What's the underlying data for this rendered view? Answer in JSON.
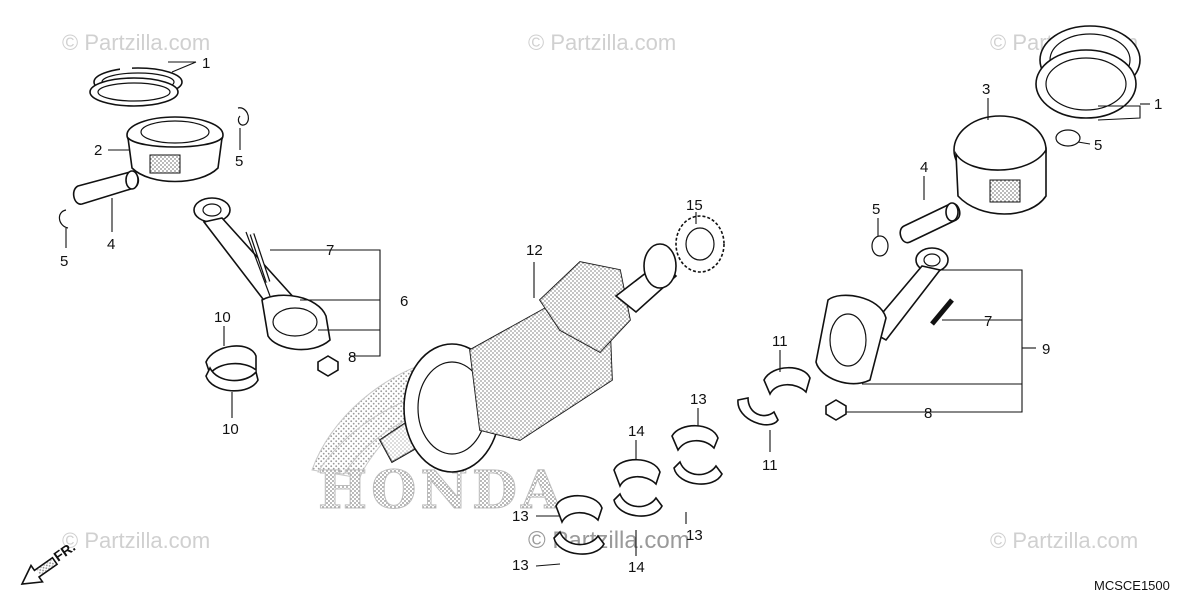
{
  "diagram": {
    "code": "MCSCE1500",
    "front_marker": "FR.",
    "brand_emblem": "HONDA",
    "watermark_text": "© Partzilla.com",
    "callouts": {
      "p1_left": "1",
      "p1_right": "1",
      "p2": "2",
      "p3": "3",
      "p4_left": "4",
      "p4_right": "4",
      "p5_a": "5",
      "p5_b": "5",
      "p5_c": "5",
      "p5_d": "5",
      "p6": "6",
      "p7_left": "7",
      "p7_right": "7",
      "p8_left": "8",
      "p8_right": "8",
      "p9": "9",
      "p10_top": "10",
      "p10_bottom": "10",
      "p11_top": "11",
      "p11_bottom": "11",
      "p12": "12",
      "p13_a": "13",
      "p13_b": "13",
      "p13_c": "13",
      "p13_d": "13",
      "p14_top": "14",
      "p14_bottom": "14",
      "p15": "15"
    }
  },
  "colors": {
    "line": "#111111",
    "watermark": "#d0d0d0",
    "background": "#ffffff"
  }
}
